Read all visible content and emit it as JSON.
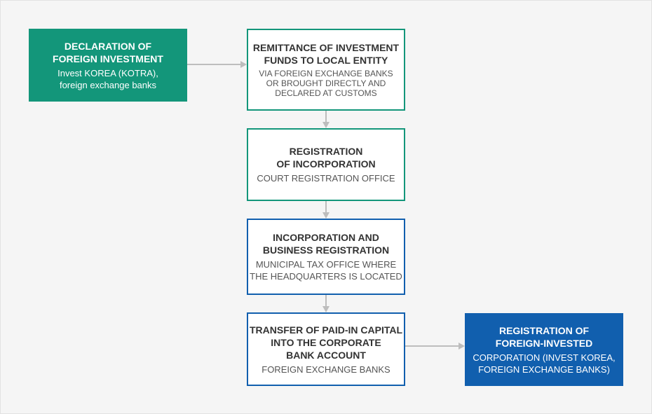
{
  "colors": {
    "green": "#13967a",
    "blue": "#115fae",
    "connector": "#bdbdbd",
    "background": "#f5f5f5"
  },
  "steps": [
    {
      "title": "DECLARATION OF\nFOREIGN INVESTMENT",
      "subtitle": "Invest KOREA (KOTRA),\nforeign exchange banks"
    },
    {
      "title": "REMITTANCE OF INVESTMENT\nFUNDS TO LOCAL ENTITY",
      "subtitle": "VIA FOREIGN EXCHANGE BANKS\nOR BROUGHT DIRECTLY AND\nDECLARED AT CUSTOMS"
    },
    {
      "title": "REGISTRATION\nOF INCORPORATION",
      "subtitle": "COURT REGISTRATION OFFICE"
    },
    {
      "title": "INCORPORATION AND\nBUSINESS REGISTRATION",
      "subtitle": "MUNICIPAL TAX OFFICE WHERE\nTHE HEADQUARTERS IS LOCATED"
    },
    {
      "title": "TRANSFER OF PAID-IN CAPITAL\nINTO THE CORPORATE\nBANK ACCOUNT",
      "subtitle": "FOREIGN EXCHANGE BANKS"
    },
    {
      "title": "REGISTRATION OF\nFOREIGN-INVESTED",
      "subtitle": "CORPORATION (INVEST KOREA,\nFOREIGN EXCHANGE BANKS)"
    }
  ]
}
